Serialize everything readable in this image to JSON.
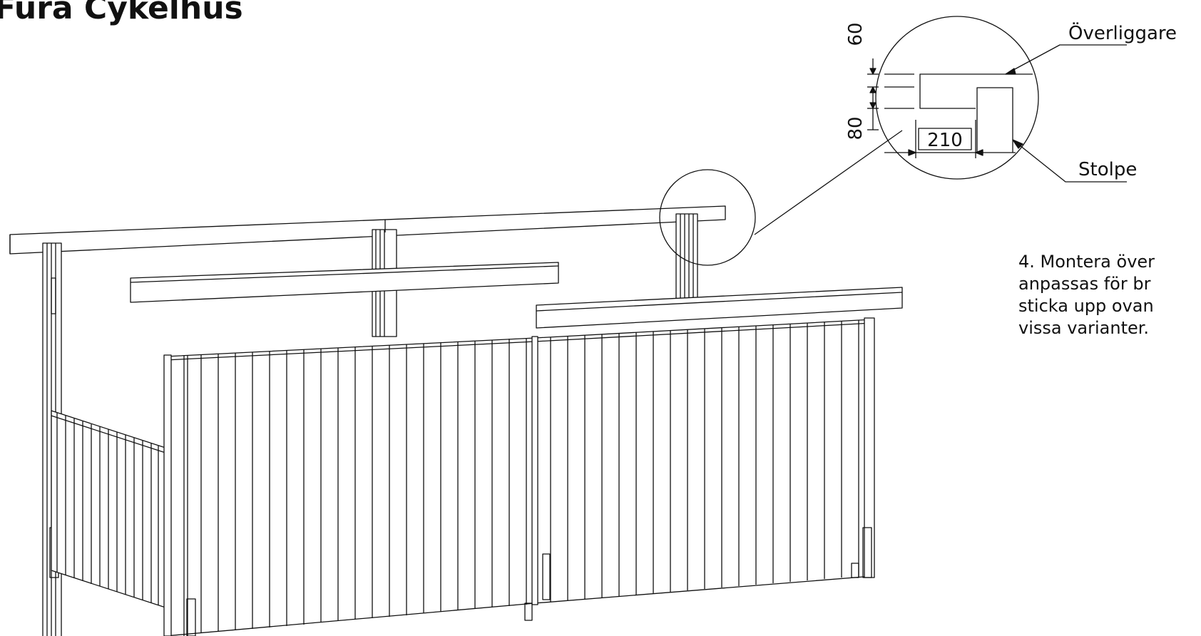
{
  "document": {
    "title": "Fura Cykelhus",
    "instruction_lines": [
      "4. Montera över",
      "anpassas för br",
      "sticka upp ovan",
      "vissa varianter."
    ]
  },
  "detail": {
    "label_top_part": "Överliggare",
    "label_post": "Stolpe",
    "dim_vertical_top": "60",
    "dim_vertical_bottom": "80",
    "dim_horizontal": "210"
  },
  "colors": {
    "line": "#111111",
    "background": "#ffffff"
  }
}
